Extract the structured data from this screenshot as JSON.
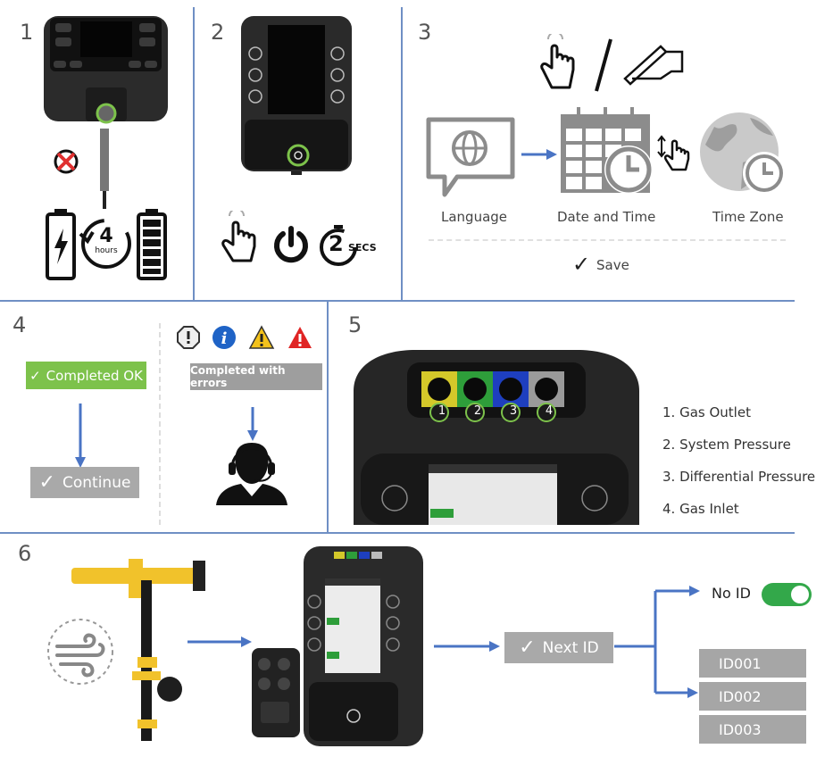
{
  "steps": [
    {
      "num": "1"
    },
    {
      "num": "2"
    },
    {
      "num": "3"
    },
    {
      "num": "4"
    },
    {
      "num": "5"
    },
    {
      "num": "6"
    }
  ],
  "step1": {
    "hours_label": "hours",
    "hours_value": "4"
  },
  "step2": {
    "secs_value": "2",
    "secs_unit": "SECS"
  },
  "step3": {
    "language": "Language",
    "date_time": "Date and Time",
    "time_zone": "Time Zone",
    "save": "Save"
  },
  "step4": {
    "completed_ok": "Completed OK",
    "completed_errors": "Completed with errors",
    "continue": "Continue"
  },
  "step5": {
    "ports": [
      {
        "num": "1",
        "label": "1. Gas Outlet",
        "color": "#d4c82a"
      },
      {
        "num": "2",
        "label": "2. System Pressure",
        "color": "#2e9e3a"
      },
      {
        "num": "3",
        "label": "3. Differential Pressure",
        "color": "#1e3fbf"
      },
      {
        "num": "4",
        "label": "4. Gas Inlet",
        "color": "#9a9a9a"
      }
    ]
  },
  "step6": {
    "next_id": "Next ID",
    "no_id": "No ID",
    "ids": [
      "ID001",
      "ID002",
      "ID003"
    ]
  },
  "colors": {
    "divider": "#6f8fc4",
    "arrow": "#4a74c4",
    "ok_green": "#7dc24b",
    "box_gray": "#a9a9a9",
    "toggle_green": "#33a84a"
  }
}
